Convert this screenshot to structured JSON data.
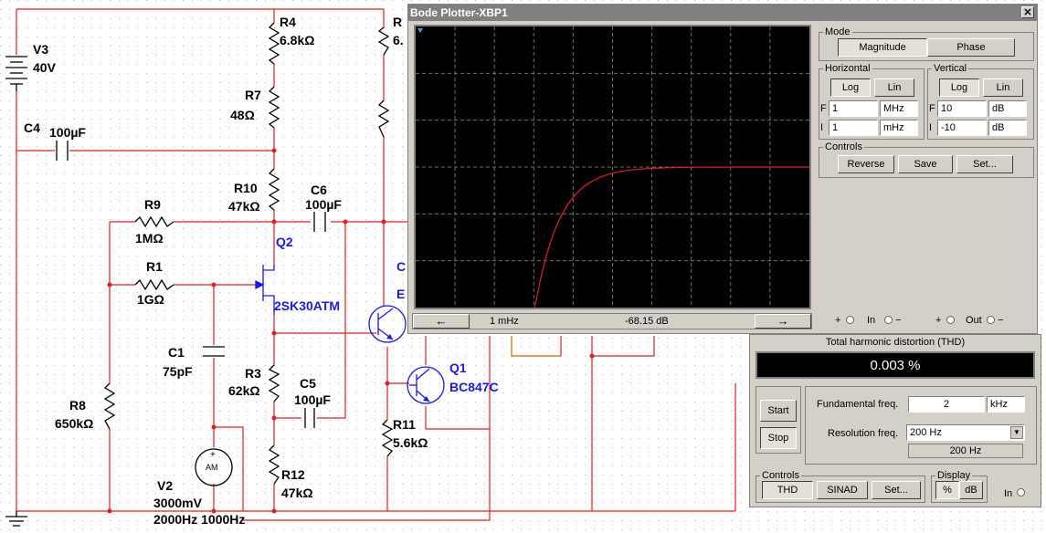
{
  "schematic": {
    "v3": {
      "name": "V3",
      "value": "40V"
    },
    "r4": {
      "name": "R4",
      "value": "6.8kΩ"
    },
    "r_top_partial": {
      "name": "R",
      "value": "6."
    },
    "r7": {
      "name": "R7",
      "value": "48Ω"
    },
    "c4": {
      "name": "C4",
      "value": "100µF"
    },
    "r10": {
      "name": "R10",
      "value": "47kΩ"
    },
    "c6": {
      "name": "C6",
      "value": "100µF"
    },
    "r9": {
      "name": "R9",
      "value": "1MΩ"
    },
    "q2": {
      "name": "Q2",
      "model": "2SK30ATM"
    },
    "r1": {
      "name": "R1",
      "value": "1GΩ"
    },
    "c1": {
      "name": "C1",
      "value": "75pF"
    },
    "r3": {
      "name": "R3",
      "value": "62kΩ"
    },
    "c5": {
      "name": "C5",
      "value": "100µF"
    },
    "r8": {
      "name": "R8",
      "value": "650kΩ"
    },
    "q1": {
      "name": "Q1",
      "model": "BC847C"
    },
    "r11": {
      "name": "R11",
      "value": "5.6kΩ"
    },
    "r12": {
      "name": "R12",
      "value": "47kΩ"
    },
    "v2": {
      "name": "V2",
      "value": "3000mV",
      "freq": "2000Hz 1000Hz",
      "symbol": "AM"
    },
    "q_partial": {
      "c": "C",
      "e": "E"
    }
  },
  "bode": {
    "title": "Bode Plotter-XBP1",
    "close": "✕",
    "nav_left": "←",
    "nav_right": "→",
    "readout_freq": "1 mHz",
    "readout_value": "-68.15 dB",
    "mode": {
      "label": "Mode",
      "magnitude": "Magnitude",
      "phase": "Phase"
    },
    "horizontal": {
      "label": "Horizontal",
      "log": "Log",
      "lin": "Lin",
      "f_letter": "F",
      "i_letter": "I",
      "f_value": "1",
      "f_unit": "MHz",
      "i_value": "1",
      "i_unit": "mHz"
    },
    "vertical": {
      "label": "Vertical",
      "log": "Log",
      "lin": "Lin",
      "f_letter": "F",
      "i_letter": "I",
      "f_value": "10",
      "f_unit": "dB",
      "i_value": "-10",
      "i_unit": "dB"
    },
    "controls": {
      "label": "Controls",
      "reverse": "Reverse",
      "save": "Save",
      "set": "Set..."
    },
    "terminals": {
      "plus": "+",
      "in": "In",
      "minus": "−",
      "out": "Out"
    },
    "trace_color": "#e02020"
  },
  "thd": {
    "title": "Total harmonic distortion (THD)",
    "value": "0.003 %",
    "start": "Start",
    "stop": "Stop",
    "fund_label": "Fundamental freq.",
    "fund_value": "2",
    "fund_unit": "kHz",
    "res_label": "Resolution freq.",
    "res_value": "200 Hz",
    "res_display": "200 Hz",
    "controls_label": "Controls",
    "thd_btn": "THD",
    "sinad_btn": "SINAD",
    "set_btn": "Set...",
    "display_label": "Display",
    "pct_btn": "%",
    "db_btn": "dB",
    "in_label": "In"
  },
  "colors": {
    "wire": "#e02020",
    "wire_orange": "#e08020",
    "component": "#000000",
    "part_blue": "#1a1ae6"
  }
}
